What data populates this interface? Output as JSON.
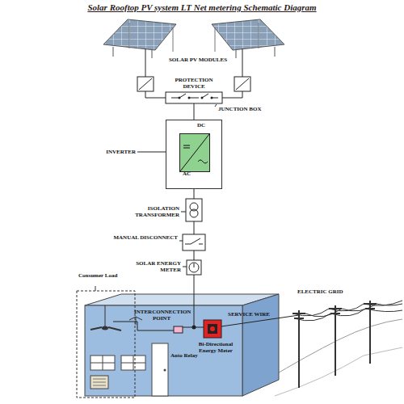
{
  "diagram": {
    "title": "Solar Rooftop PV system LT Net metering Schematic Diagram",
    "nodes": [
      {
        "text": [
          "DC",
          "AC"
        ]
      }
    ],
    "labels": [
      "SOLAR PV MODULES",
      "PROTECTION DEVICE",
      "JUNCTION BOX",
      "INVERTER",
      "ISOLATION TRANSFORMER",
      "MANUAL DISCONNECT",
      "SOLAR ENERGY METER",
      "Consumer Load",
      "INTERCONNECTION POINT",
      "SERVICE WIRE",
      "ELECTRIC GRID",
      "Bi-Directional Energy Meter",
      "Auto Relay",
      "+",
      "-"
    ]
  }
}
